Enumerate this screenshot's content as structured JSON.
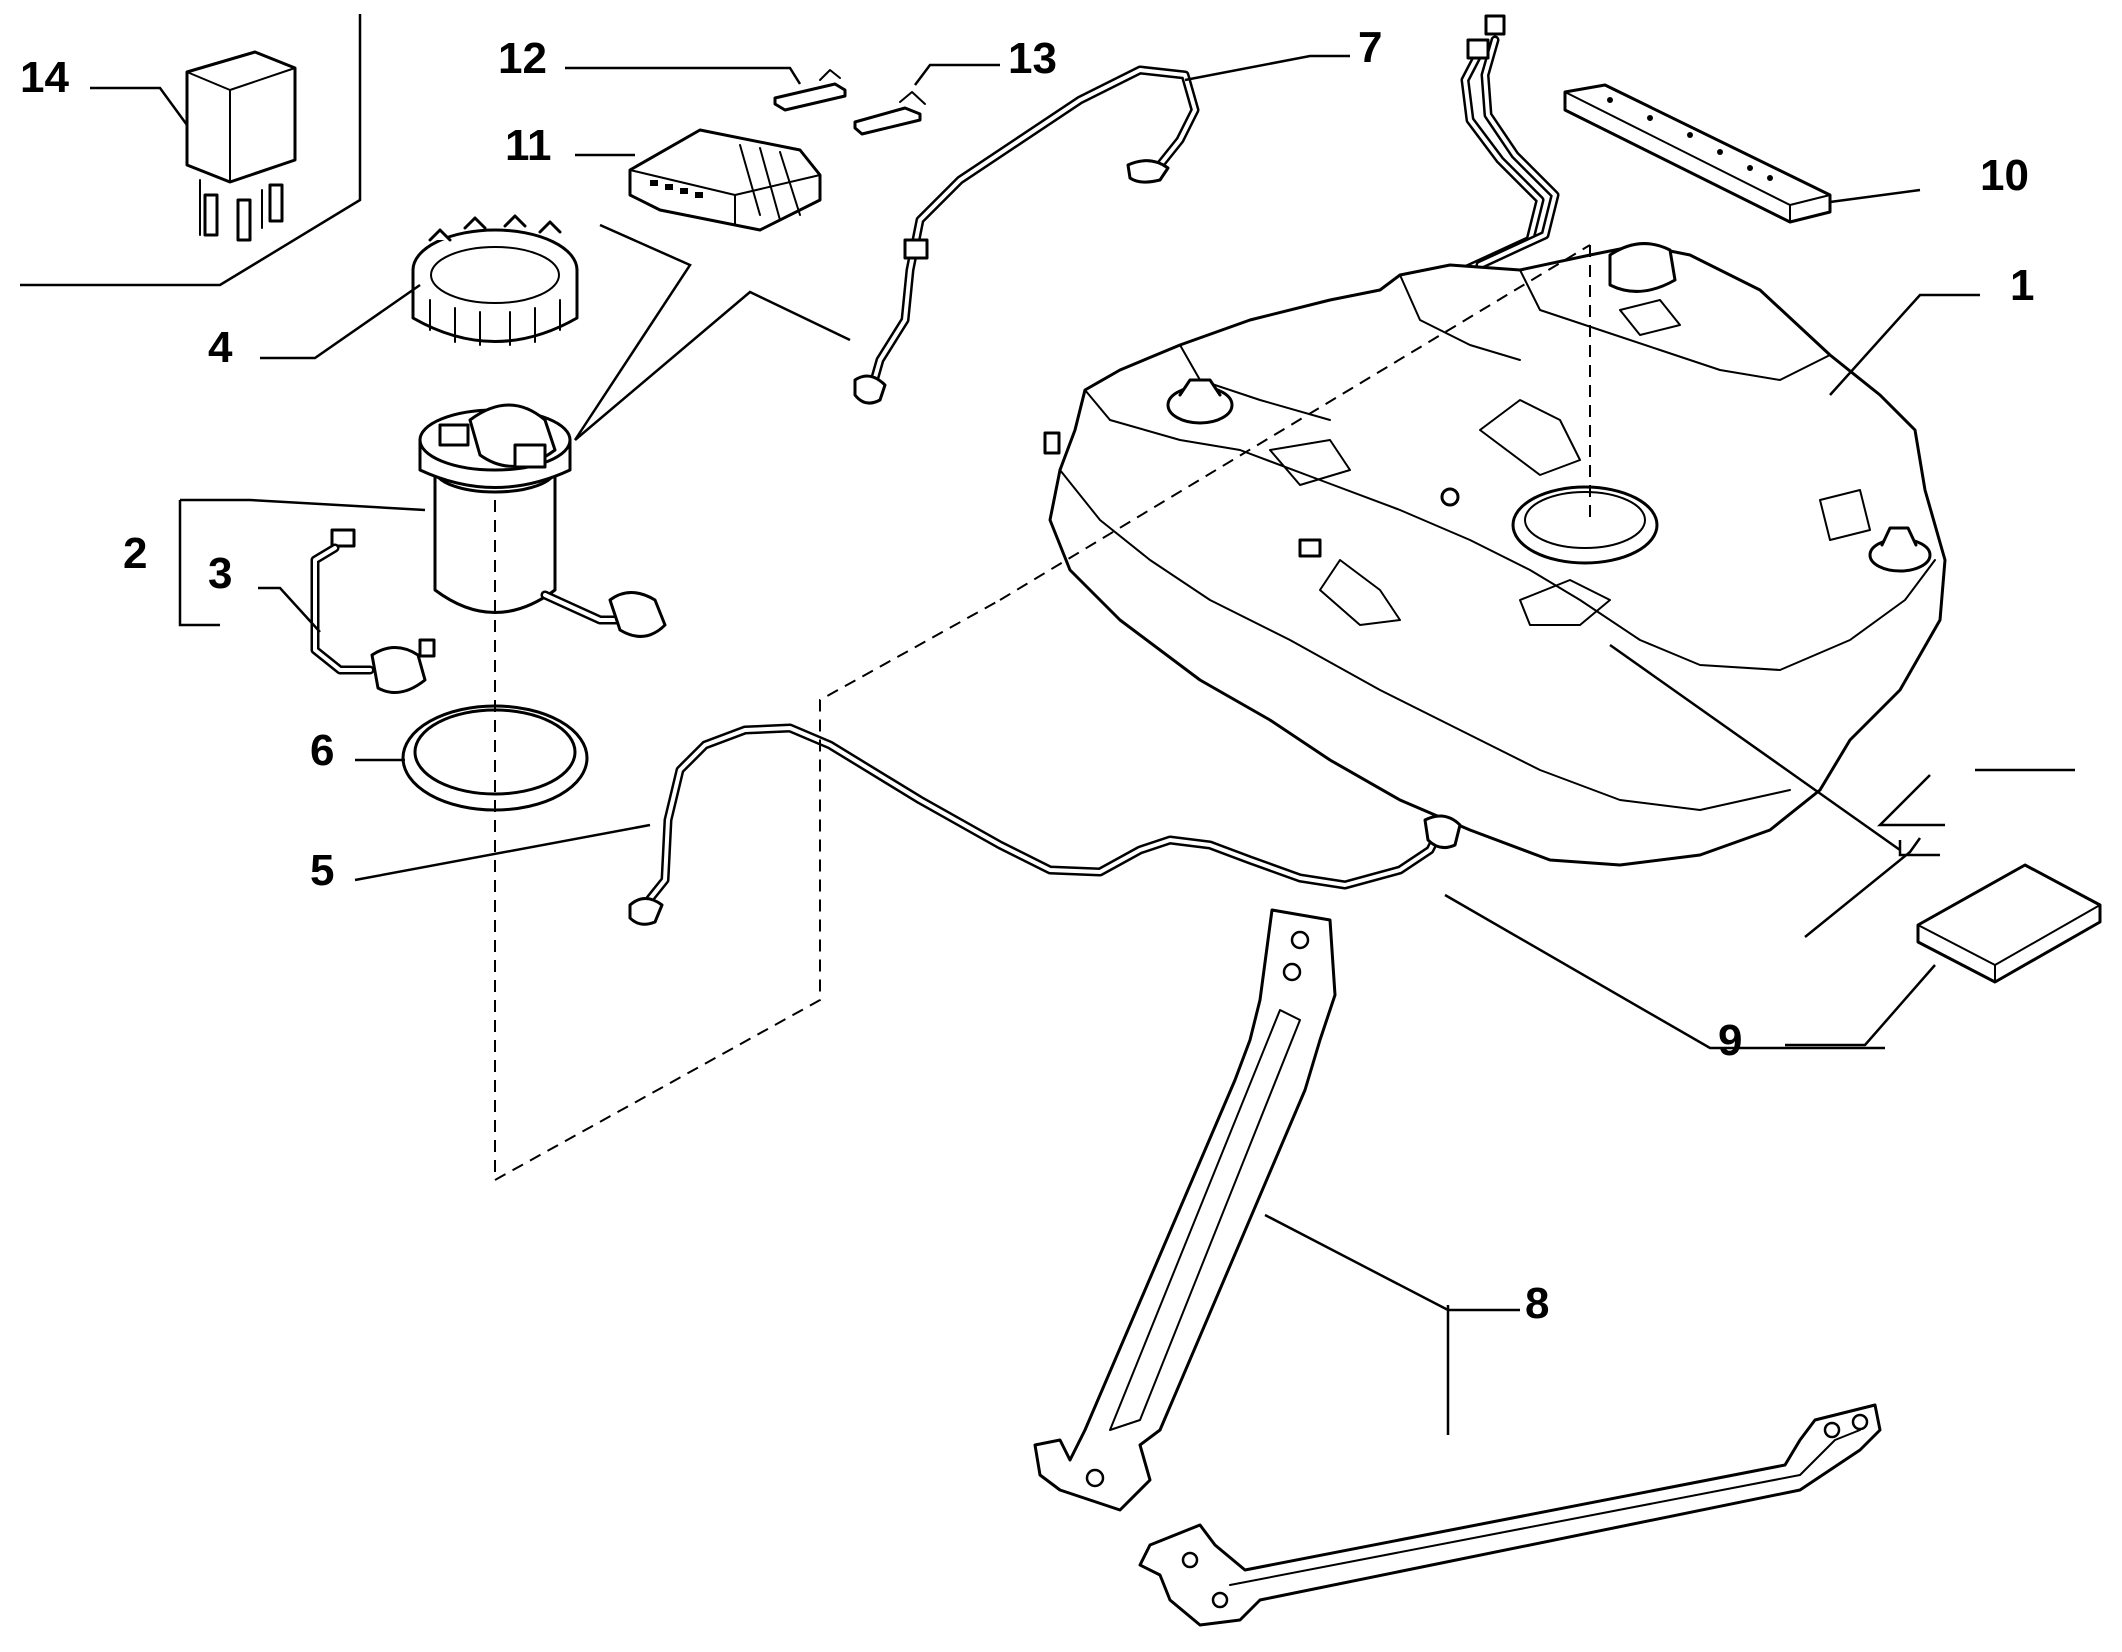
{
  "diagram": {
    "type": "exploded-parts-diagram",
    "callouts": [
      {
        "id": "1",
        "label": "1"
      },
      {
        "id": "2",
        "label": "2"
      },
      {
        "id": "3",
        "label": "3"
      },
      {
        "id": "4",
        "label": "4"
      },
      {
        "id": "5",
        "label": "5"
      },
      {
        "id": "6",
        "label": "6"
      },
      {
        "id": "7",
        "label": "7"
      },
      {
        "id": "8",
        "label": "8"
      },
      {
        "id": "9",
        "label": "9"
      },
      {
        "id": "10",
        "label": "10"
      },
      {
        "id": "11",
        "label": "11"
      },
      {
        "id": "12",
        "label": "12"
      },
      {
        "id": "13",
        "label": "13"
      },
      {
        "id": "14",
        "label": "14"
      }
    ]
  }
}
